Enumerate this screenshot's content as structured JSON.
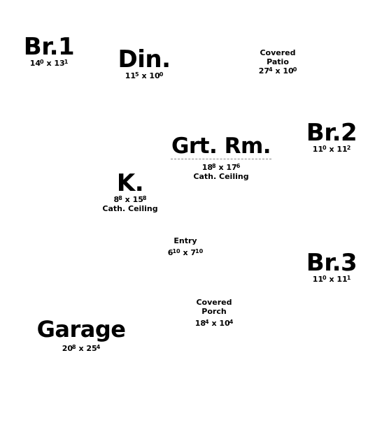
{
  "rooms": {
    "br1": {
      "name": "Br.1",
      "w": "14",
      "w_in": "0",
      "l": "13",
      "l_in": "1"
    },
    "din": {
      "name": "Din.",
      "w": "11",
      "w_in": "5",
      "l": "10",
      "l_in": "0"
    },
    "patio": {
      "name_line1": "Covered",
      "name_line2": "Patio",
      "w": "27",
      "w_in": "4",
      "l": "10",
      "l_in": "0"
    },
    "br2": {
      "name": "Br.2",
      "w": "11",
      "w_in": "0",
      "l": "11",
      "l_in": "2"
    },
    "grtrm": {
      "name": "Grt. Rm.",
      "w": "18",
      "w_in": "8",
      "l": "17",
      "l_in": "6",
      "note": "Cath. Ceiling"
    },
    "kitchen": {
      "name": "K.",
      "w": "8",
      "w_in": "8",
      "l": "15",
      "l_in": "8",
      "note": "Cath. Ceiling"
    },
    "entry": {
      "name": "Entry",
      "w": "6",
      "w_in": "10",
      "l": "7",
      "l_in": "10"
    },
    "br3": {
      "name": "Br.3",
      "w": "11",
      "w_in": "0",
      "l": "11",
      "l_in": "1"
    },
    "porch": {
      "name_line1": "Covered",
      "name_line2": "Porch",
      "w": "18",
      "w_in": "4",
      "l": "10",
      "l_in": "4"
    },
    "garage": {
      "name": "Garage",
      "w": "20",
      "w_in": "8",
      "l": "25",
      "l_in": "4"
    }
  },
  "separator": "x"
}
